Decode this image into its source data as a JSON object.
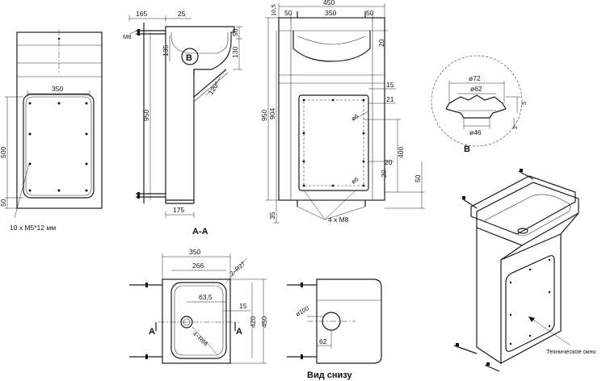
{
  "view_front": {
    "dim_350": "350",
    "dim_500": "500",
    "dim_50": "50",
    "note_screws": "10 x M5*12 мм"
  },
  "view_side": {
    "dim_165": "165",
    "dim_25": "25",
    "dim_m8": "M8",
    "dim_50": "50",
    "dim_135": "135",
    "dim_130": "130",
    "dim_950": "950",
    "dim_120": "120°",
    "dim_175": "175",
    "label_b": "B",
    "section_label": "А-А"
  },
  "view_rear": {
    "dim_10_5": "10,5",
    "dim_50_left": "50",
    "dim_450": "450",
    "dim_350": "350",
    "dim_50_right": "50",
    "dim_20_top": "20",
    "dim_15": "15",
    "dim_21": "21",
    "dim_phi6_top": "ø6",
    "dim_950": "950",
    "dim_904": "904",
    "dim_400": "400",
    "dim_20_mid": "20",
    "dim_20_low": "20",
    "dim_phi6_bottom": "ø6",
    "dim_50_bottom": "50",
    "dim_35": "35",
    "note_bolts": "4 x M8"
  },
  "detail_b": {
    "dim_phi72": "ø72",
    "dim_phi62": "ø62",
    "dim_5": "5",
    "dim_phi46": "ø46",
    "dim_2": "2",
    "label": "B"
  },
  "view_top": {
    "dim_350": "350",
    "dim_266": "266",
    "dim_r27": "2~R27",
    "dim_63_5": "63,5",
    "dim_15": "15",
    "dim_420": "420",
    "dim_450": "450",
    "dim_r66": "4~R66",
    "label_a_left": "A",
    "label_a_right": "A"
  },
  "view_bottom": {
    "dim_phi100": "ø100",
    "dim_62": "62",
    "title": "Вид снизу"
  },
  "view_iso": {
    "note_window": "Техническое окно"
  }
}
